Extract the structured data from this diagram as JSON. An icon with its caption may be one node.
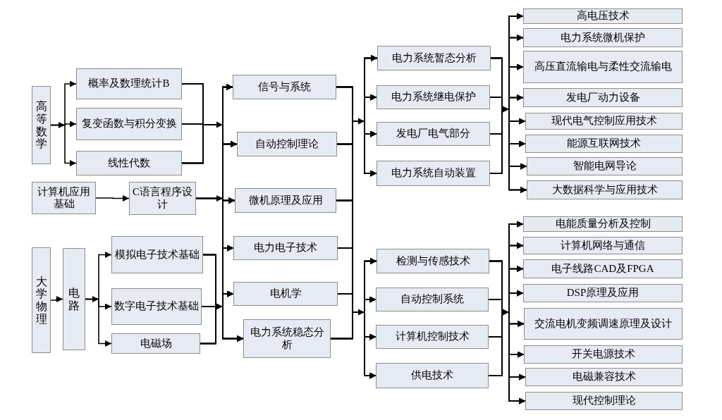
{
  "diagram": {
    "nodes": [
      {
        "text": [
          "高等数学"
        ]
      },
      {
        "text": [
          "概率及数理统计B"
        ]
      },
      {
        "text": [
          "复变函数与积分变换"
        ]
      },
      {
        "text": [
          "线性代数"
        ]
      },
      {
        "text": [
          "计算机应用基础"
        ]
      },
      {
        "text": [
          "C语言程序设计"
        ]
      },
      {
        "text": [
          "大学物理"
        ]
      },
      {
        "text": [
          "电路"
        ]
      },
      {
        "text": [
          "模拟电子技术基础"
        ]
      },
      {
        "text": [
          "数字电子技术基础"
        ]
      },
      {
        "text": [
          "电磁场"
        ]
      },
      {
        "text": [
          "信号与系统"
        ]
      },
      {
        "text": [
          "自动控制理论"
        ]
      },
      {
        "text": [
          "微机原理及应用"
        ]
      },
      {
        "text": [
          "电力电子技术"
        ]
      },
      {
        "text": [
          "电机学"
        ]
      },
      {
        "text": [
          "电力系统稳态分析"
        ]
      },
      {
        "text": [
          "电力系统暂态分析"
        ]
      },
      {
        "text": [
          "电力系统继电保护"
        ]
      },
      {
        "text": [
          "发电厂电气部分"
        ]
      },
      {
        "text": [
          "电力系统自动装置"
        ]
      },
      {
        "text": [
          "高电压技术"
        ]
      },
      {
        "text": [
          "电力系统微机保护"
        ]
      },
      {
        "text": [
          "高压直流输电与柔性交流输电"
        ]
      },
      {
        "text": [
          "发电厂动力设备"
        ]
      },
      {
        "text": [
          "现代电气控制应用技术"
        ]
      },
      {
        "text": [
          "能源互联网技术"
        ]
      },
      {
        "text": [
          "智能电网导论"
        ]
      },
      {
        "text": [
          "大数据科学与应用技术"
        ]
      },
      {
        "text": [
          "检测与传感技术"
        ]
      },
      {
        "text": [
          "自动控制系统"
        ]
      },
      {
        "text": [
          "计算机控制技术"
        ]
      },
      {
        "text": [
          "供电技术"
        ]
      },
      {
        "text": [
          "电能质量分析及控制"
        ]
      },
      {
        "text": [
          "计算机网络与通信"
        ]
      },
      {
        "text": [
          "电子线路CAD及FPGA"
        ]
      },
      {
        "text": [
          "DSP原理及应用"
        ]
      },
      {
        "text": [
          "交流电机变频调速原理及设计"
        ]
      },
      {
        "text": [
          "开关电源技术"
        ]
      },
      {
        "text": [
          "电磁兼容技术"
        ]
      },
      {
        "text": [
          "现代控制理论"
        ]
      }
    ],
    "edges": [
      {
        "from": 0,
        "to": 1,
        "arrow": "to"
      },
      {
        "from": 0,
        "to": 2,
        "arrow": "to"
      },
      {
        "from": 0,
        "to": 3,
        "arrow": "to"
      },
      {
        "from": 4,
        "to": 5,
        "arrow": "to"
      },
      {
        "from": 6,
        "to": 7,
        "arrow": "to"
      },
      {
        "from": 7,
        "to": 8,
        "arrow": "to"
      },
      {
        "from": 7,
        "to": 9,
        "arrow": "to"
      },
      {
        "from": 7,
        "to": 10,
        "arrow": "to"
      },
      {
        "from": 1,
        "to": 11,
        "arrow": "to"
      },
      {
        "from": 1,
        "to": 12,
        "arrow": "to"
      },
      {
        "from": 1,
        "to": 13,
        "arrow": "to"
      },
      {
        "from": 1,
        "to": 14,
        "arrow": "to"
      },
      {
        "from": 1,
        "to": 15,
        "arrow": "to"
      },
      {
        "from": 1,
        "to": 16,
        "arrow": "to"
      },
      {
        "from": 2,
        "to": 11,
        "arrow": "to"
      },
      {
        "from": 2,
        "to": 12,
        "arrow": "to"
      },
      {
        "from": 2,
        "to": 13,
        "arrow": "to"
      },
      {
        "from": 2,
        "to": 14,
        "arrow": "to"
      },
      {
        "from": 2,
        "to": 15,
        "arrow": "to"
      },
      {
        "from": 2,
        "to": 16,
        "arrow": "to"
      },
      {
        "from": 3,
        "to": 11,
        "arrow": "to"
      },
      {
        "from": 3,
        "to": 12,
        "arrow": "to"
      },
      {
        "from": 3,
        "to": 13,
        "arrow": "to"
      },
      {
        "from": 3,
        "to": 14,
        "arrow": "to"
      },
      {
        "from": 3,
        "to": 15,
        "arrow": "to"
      },
      {
        "from": 3,
        "to": 16,
        "arrow": "to"
      },
      {
        "from": 5,
        "to": 11,
        "arrow": "to"
      },
      {
        "from": 5,
        "to": 12,
        "arrow": "to"
      },
      {
        "from": 5,
        "to": 13,
        "arrow": "to"
      },
      {
        "from": 5,
        "to": 14,
        "arrow": "to"
      },
      {
        "from": 5,
        "to": 15,
        "arrow": "to"
      },
      {
        "from": 5,
        "to": 16,
        "arrow": "to"
      },
      {
        "from": 8,
        "to": 11,
        "arrow": "to"
      },
      {
        "from": 8,
        "to": 12,
        "arrow": "to"
      },
      {
        "from": 8,
        "to": 13,
        "arrow": "to"
      },
      {
        "from": 8,
        "to": 14,
        "arrow": "to"
      },
      {
        "from": 8,
        "to": 15,
        "arrow": "to"
      },
      {
        "from": 8,
        "to": 16,
        "arrow": "to"
      },
      {
        "from": 9,
        "to": 11,
        "arrow": "to"
      },
      {
        "from": 9,
        "to": 12,
        "arrow": "to"
      },
      {
        "from": 9,
        "to": 13,
        "arrow": "to"
      },
      {
        "from": 9,
        "to": 14,
        "arrow": "to"
      },
      {
        "from": 9,
        "to": 15,
        "arrow": "to"
      },
      {
        "from": 9,
        "to": 16,
        "arrow": "to"
      },
      {
        "from": 10,
        "to": 11,
        "arrow": "to"
      },
      {
        "from": 10,
        "to": 12,
        "arrow": "to"
      },
      {
        "from": 10,
        "to": 13,
        "arrow": "to"
      },
      {
        "from": 10,
        "to": 14,
        "arrow": "to"
      },
      {
        "from": 10,
        "to": 15,
        "arrow": "to"
      },
      {
        "from": 10,
        "to": 16,
        "arrow": "to"
      },
      {
        "from": 11,
        "to": 17,
        "arrow": "to"
      },
      {
        "from": 11,
        "to": 18,
        "arrow": "to"
      },
      {
        "from": 11,
        "to": 19,
        "arrow": "to"
      },
      {
        "from": 11,
        "to": 20,
        "arrow": "to"
      },
      {
        "from": 11,
        "to": 29,
        "arrow": "to"
      },
      {
        "from": 11,
        "to": 30,
        "arrow": "to"
      },
      {
        "from": 11,
        "to": 31,
        "arrow": "to"
      },
      {
        "from": 11,
        "to": 32,
        "arrow": "to"
      },
      {
        "from": 12,
        "to": 17,
        "arrow": "to"
      },
      {
        "from": 12,
        "to": 18,
        "arrow": "to"
      },
      {
        "from": 12,
        "to": 19,
        "arrow": "to"
      },
      {
        "from": 12,
        "to": 20,
        "arrow": "to"
      },
      {
        "from": 12,
        "to": 29,
        "arrow": "to"
      },
      {
        "from": 12,
        "to": 30,
        "arrow": "to"
      },
      {
        "from": 12,
        "to": 31,
        "arrow": "to"
      },
      {
        "from": 12,
        "to": 32,
        "arrow": "to"
      },
      {
        "from": 13,
        "to": 17,
        "arrow": "to"
      },
      {
        "from": 13,
        "to": 18,
        "arrow": "to"
      },
      {
        "from": 13,
        "to": 19,
        "arrow": "to"
      },
      {
        "from": 13,
        "to": 20,
        "arrow": "to"
      },
      {
        "from": 13,
        "to": 29,
        "arrow": "to"
      },
      {
        "from": 13,
        "to": 30,
        "arrow": "to"
      },
      {
        "from": 13,
        "to": 31,
        "arrow": "to"
      },
      {
        "from": 13,
        "to": 32,
        "arrow": "to"
      },
      {
        "from": 14,
        "to": 17,
        "arrow": "to"
      },
      {
        "from": 14,
        "to": 18,
        "arrow": "to"
      },
      {
        "from": 14,
        "to": 19,
        "arrow": "to"
      },
      {
        "from": 14,
        "to": 20,
        "arrow": "to"
      },
      {
        "from": 14,
        "to": 29,
        "arrow": "to"
      },
      {
        "from": 14,
        "to": 30,
        "arrow": "to"
      },
      {
        "from": 14,
        "to": 31,
        "arrow": "to"
      },
      {
        "from": 14,
        "to": 32,
        "arrow": "to"
      },
      {
        "from": 15,
        "to": 17,
        "arrow": "to"
      },
      {
        "from": 15,
        "to": 18,
        "arrow": "to"
      },
      {
        "from": 15,
        "to": 19,
        "arrow": "to"
      },
      {
        "from": 15,
        "to": 20,
        "arrow": "to"
      },
      {
        "from": 15,
        "to": 29,
        "arrow": "to"
      },
      {
        "from": 15,
        "to": 30,
        "arrow": "to"
      },
      {
        "from": 15,
        "to": 31,
        "arrow": "to"
      },
      {
        "from": 15,
        "to": 32,
        "arrow": "to"
      },
      {
        "from": 16,
        "to": 17,
        "arrow": "to"
      },
      {
        "from": 16,
        "to": 18,
        "arrow": "to"
      },
      {
        "from": 16,
        "to": 19,
        "arrow": "to"
      },
      {
        "from": 16,
        "to": 20,
        "arrow": "to"
      },
      {
        "from": 16,
        "to": 29,
        "arrow": "to"
      },
      {
        "from": 16,
        "to": 30,
        "arrow": "to"
      },
      {
        "from": 16,
        "to": 31,
        "arrow": "to"
      },
      {
        "from": 16,
        "to": 32,
        "arrow": "to"
      },
      {
        "from": 17,
        "to": 21,
        "arrow": "to"
      },
      {
        "from": 17,
        "to": 22,
        "arrow": "to"
      },
      {
        "from": 17,
        "to": 23,
        "arrow": "to"
      },
      {
        "from": 17,
        "to": 24,
        "arrow": "to"
      },
      {
        "from": 17,
        "to": 25,
        "arrow": "to"
      },
      {
        "from": 17,
        "to": 26,
        "arrow": "to"
      },
      {
        "from": 17,
        "to": 27,
        "arrow": "to"
      },
      {
        "from": 17,
        "to": 28,
        "arrow": "to"
      },
      {
        "from": 18,
        "to": 21,
        "arrow": "to"
      },
      {
        "from": 18,
        "to": 22,
        "arrow": "to"
      },
      {
        "from": 18,
        "to": 23,
        "arrow": "to"
      },
      {
        "from": 18,
        "to": 24,
        "arrow": "to"
      },
      {
        "from": 18,
        "to": 25,
        "arrow": "to"
      },
      {
        "from": 18,
        "to": 26,
        "arrow": "to"
      },
      {
        "from": 18,
        "to": 27,
        "arrow": "to"
      },
      {
        "from": 18,
        "to": 28,
        "arrow": "to"
      },
      {
        "from": 19,
        "to": 21,
        "arrow": "to"
      },
      {
        "from": 19,
        "to": 22,
        "arrow": "to"
      },
      {
        "from": 19,
        "to": 23,
        "arrow": "to"
      },
      {
        "from": 19,
        "to": 24,
        "arrow": "to"
      },
      {
        "from": 19,
        "to": 25,
        "arrow": "to"
      },
      {
        "from": 19,
        "to": 26,
        "arrow": "to"
      },
      {
        "from": 19,
        "to": 27,
        "arrow": "to"
      },
      {
        "from": 19,
        "to": 28,
        "arrow": "to"
      },
      {
        "from": 20,
        "to": 21,
        "arrow": "to"
      },
      {
        "from": 20,
        "to": 22,
        "arrow": "to"
      },
      {
        "from": 20,
        "to": 23,
        "arrow": "to"
      },
      {
        "from": 20,
        "to": 24,
        "arrow": "to"
      },
      {
        "from": 20,
        "to": 25,
        "arrow": "to"
      },
      {
        "from": 20,
        "to": 26,
        "arrow": "to"
      },
      {
        "from": 20,
        "to": 27,
        "arrow": "to"
      },
      {
        "from": 20,
        "to": 28,
        "arrow": "to"
      },
      {
        "from": 29,
        "to": 33,
        "arrow": "to"
      },
      {
        "from": 29,
        "to": 34,
        "arrow": "to"
      },
      {
        "from": 29,
        "to": 35,
        "arrow": "to"
      },
      {
        "from": 29,
        "to": 36,
        "arrow": "to"
      },
      {
        "from": 29,
        "to": 37,
        "arrow": "to"
      },
      {
        "from": 29,
        "to": 38,
        "arrow": "to"
      },
      {
        "from": 29,
        "to": 39,
        "arrow": "to"
      },
      {
        "from": 29,
        "to": 40,
        "arrow": "to"
      },
      {
        "from": 30,
        "to": 33,
        "arrow": "to"
      },
      {
        "from": 30,
        "to": 34,
        "arrow": "to"
      },
      {
        "from": 30,
        "to": 35,
        "arrow": "to"
      },
      {
        "from": 30,
        "to": 36,
        "arrow": "to"
      },
      {
        "from": 30,
        "to": 37,
        "arrow": "to"
      },
      {
        "from": 30,
        "to": 38,
        "arrow": "to"
      },
      {
        "from": 30,
        "to": 39,
        "arrow": "to"
      },
      {
        "from": 30,
        "to": 40,
        "arrow": "to"
      },
      {
        "from": 31,
        "to": 33,
        "arrow": "to"
      },
      {
        "from": 31,
        "to": 34,
        "arrow": "to"
      },
      {
        "from": 31,
        "to": 35,
        "arrow": "to"
      },
      {
        "from": 31,
        "to": 36,
        "arrow": "to"
      },
      {
        "from": 31,
        "to": 37,
        "arrow": "to"
      },
      {
        "from": 31,
        "to": 38,
        "arrow": "to"
      },
      {
        "from": 31,
        "to": 39,
        "arrow": "to"
      },
      {
        "from": 31,
        "to": 40,
        "arrow": "to"
      },
      {
        "from": 32,
        "to": 33,
        "arrow": "to"
      },
      {
        "from": 32,
        "to": 34,
        "arrow": "to"
      },
      {
        "from": 32,
        "to": 35,
        "arrow": "to"
      },
      {
        "from": 32,
        "to": 36,
        "arrow": "to"
      },
      {
        "from": 32,
        "to": 37,
        "arrow": "to"
      },
      {
        "from": 32,
        "to": 38,
        "arrow": "to"
      },
      {
        "from": 32,
        "to": 39,
        "arrow": "to"
      },
      {
        "from": 32,
        "to": 40,
        "arrow": "to"
      }
    ]
  }
}
